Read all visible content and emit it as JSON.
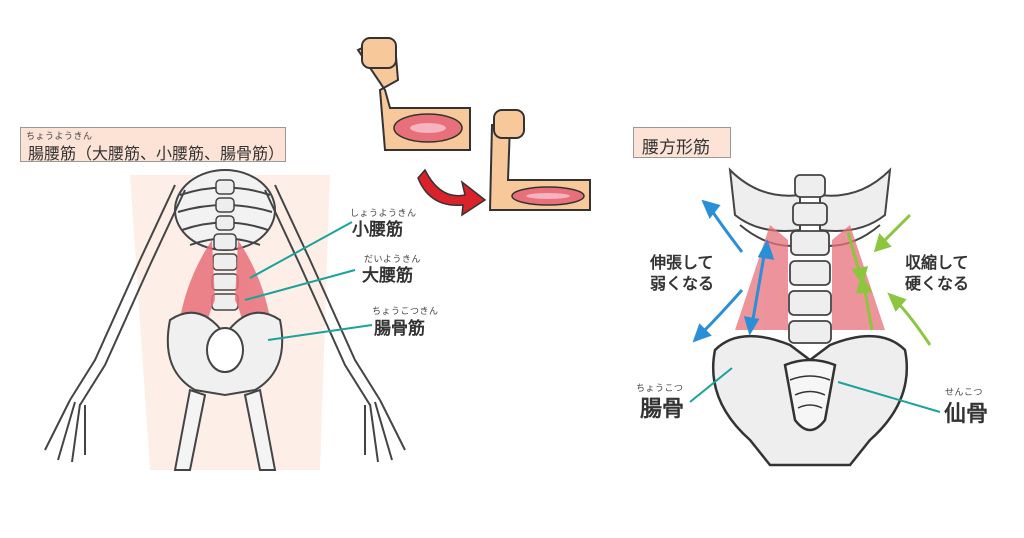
{
  "left_panel": {
    "title_ruby": "ちょうようきん",
    "title": "腸腰筋（大腰筋、小腰筋、腸骨筋）",
    "labels": [
      {
        "ruby": "しょうようきん",
        "text": "小腰筋"
      },
      {
        "ruby": "だいようきん",
        "text": "大腰筋"
      },
      {
        "ruby": "ちょうこつきん",
        "text": "腸骨筋"
      }
    ]
  },
  "right_panel": {
    "title": "腰方形筋",
    "stretch_text": [
      "伸張して",
      "弱くなる"
    ],
    "contract_text": [
      "収縮して",
      "硬くなる"
    ],
    "labels": [
      {
        "ruby": "ちょうこつ",
        "text": "腸骨"
      },
      {
        "ruby": "せんこつ",
        "text": "仙骨"
      }
    ]
  },
  "colors": {
    "muscle": "#e8707a",
    "leader_line": "#1aa39a",
    "stretch_arrow": "#2a8fd6",
    "contract_arrow": "#8cc63f",
    "transition_arrow": "#d9222a",
    "label_box": "#fde3d6",
    "skin": "#f7c99a"
  }
}
